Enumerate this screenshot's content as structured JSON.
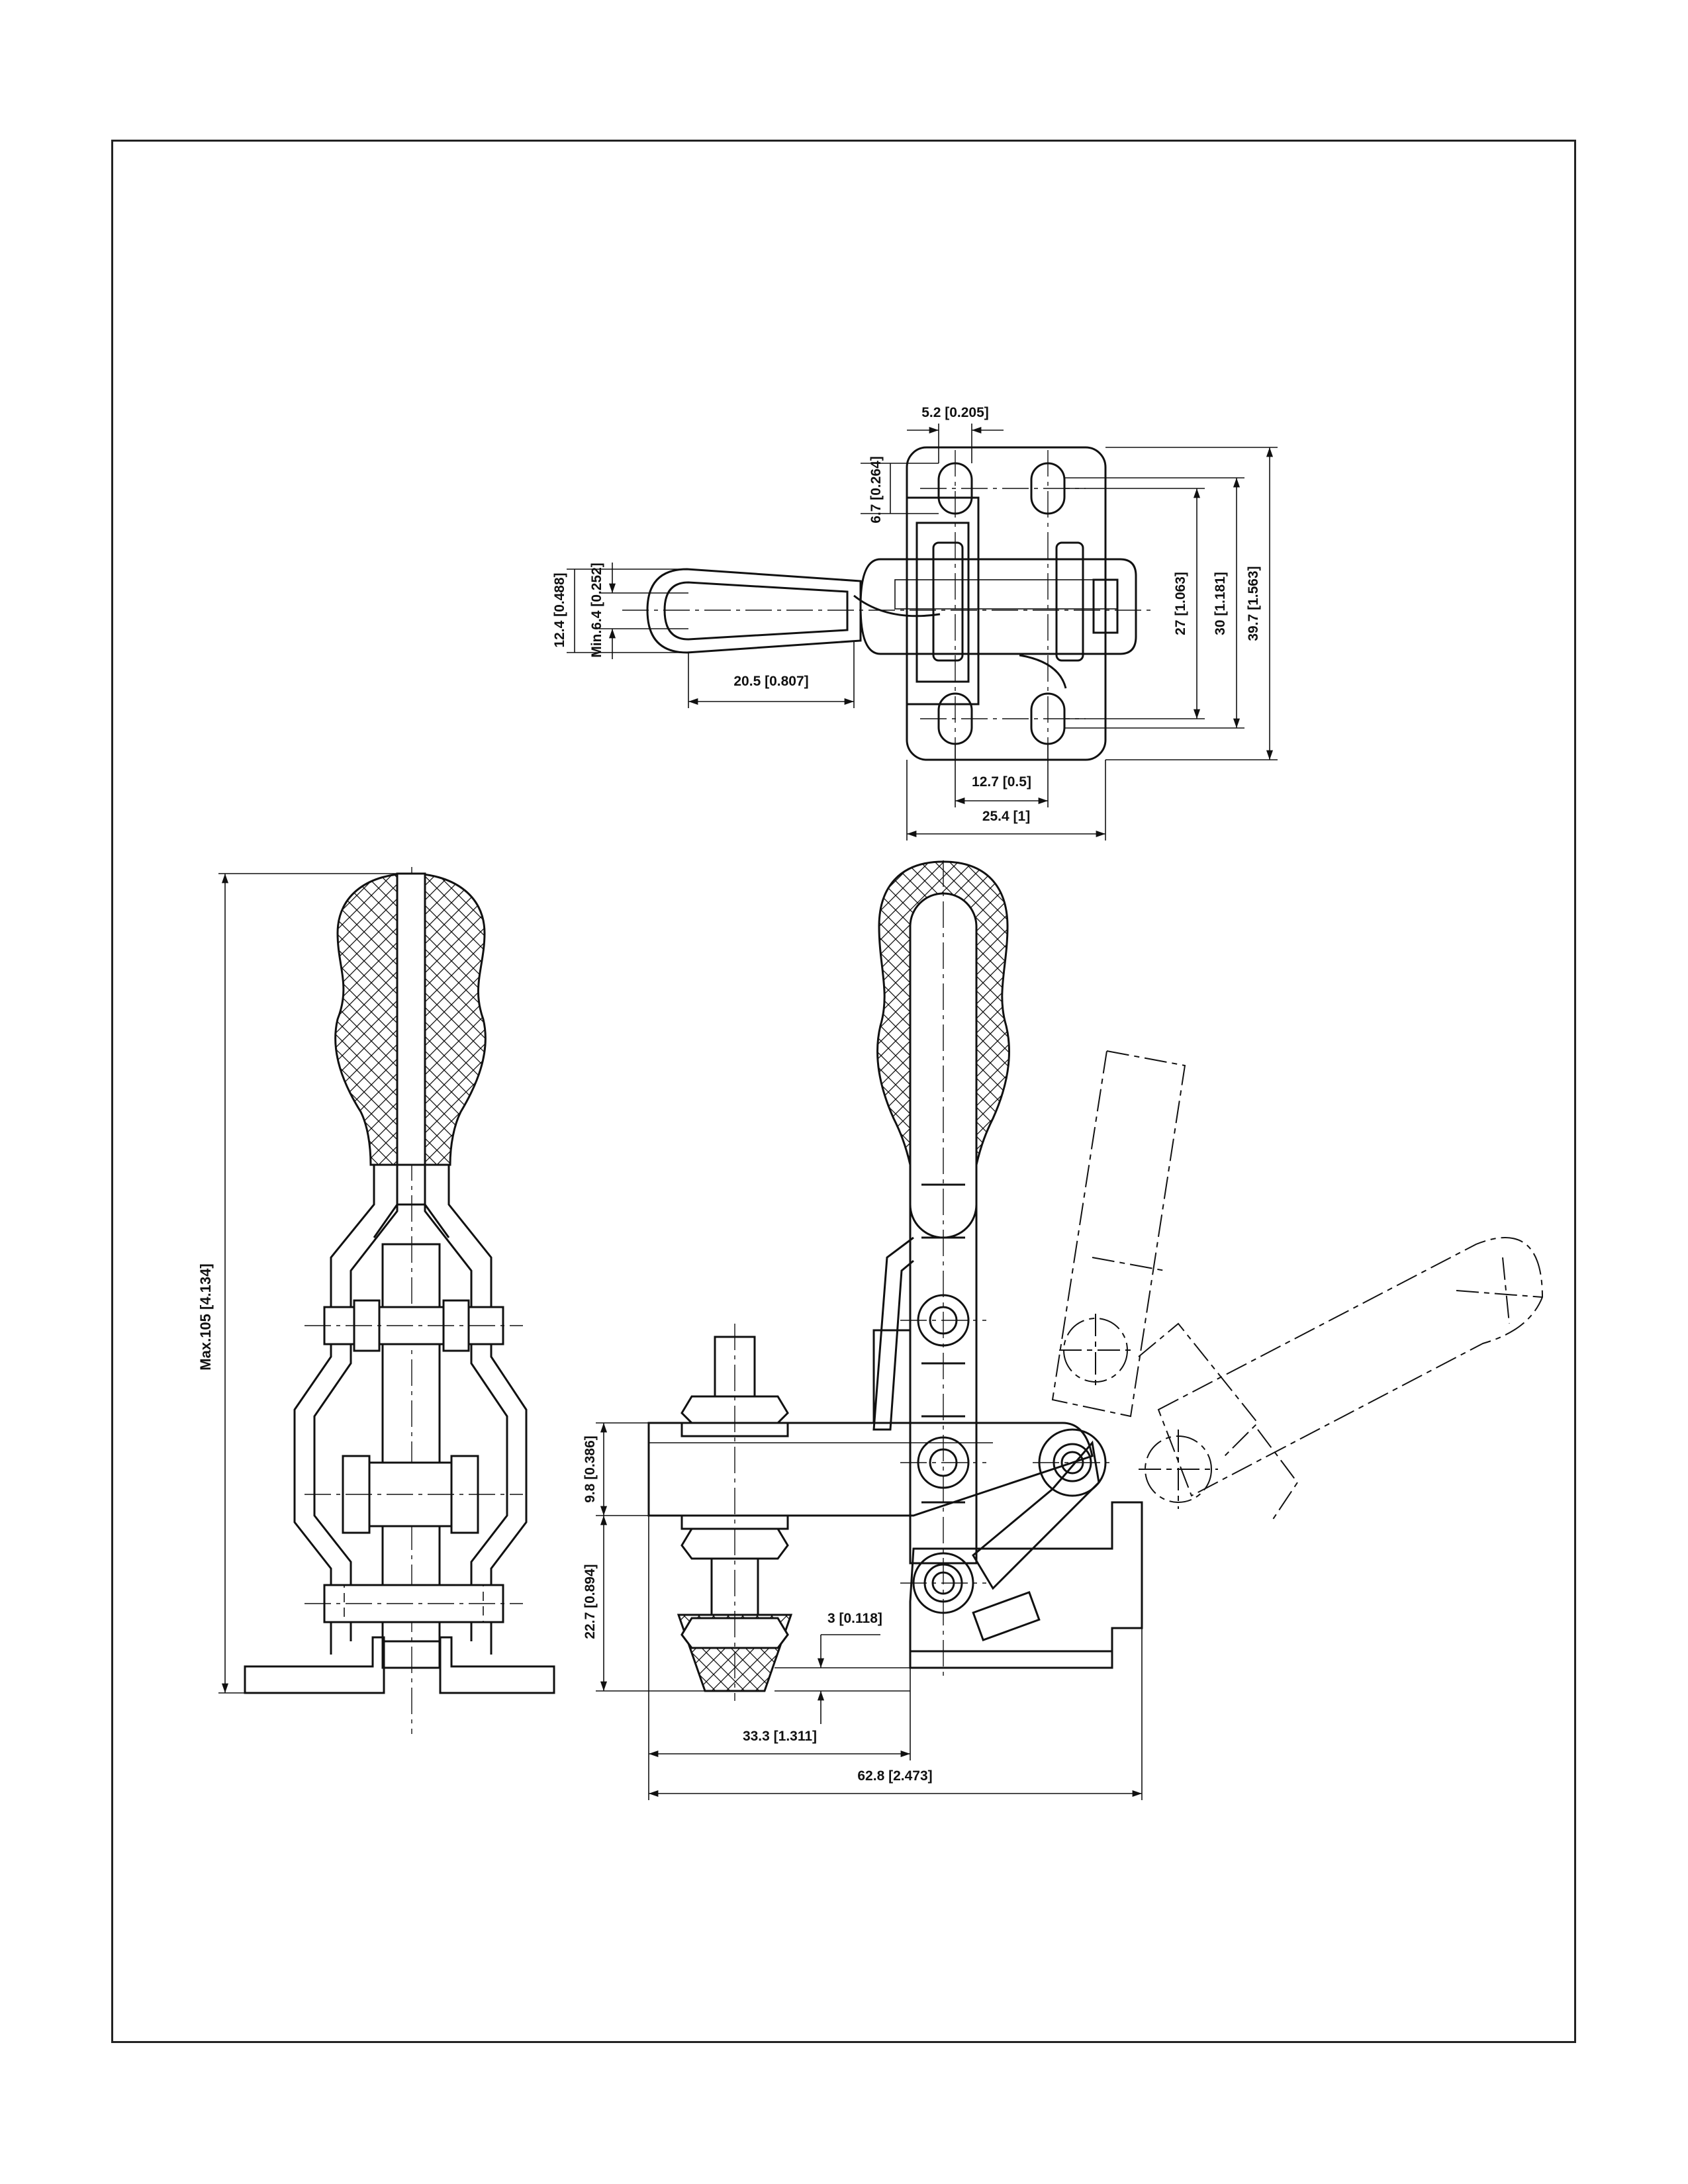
{
  "dimensions": {
    "top_hole_spacing": "5.2 [0.205]",
    "top_hole_offset": "6.7 [0.264]",
    "spindle_width": "12.4 [0.488]",
    "min_slot": "Min.6.4 [0.252]",
    "handle_reach": "20.5 [0.807]",
    "hole_center_h": "12.7 [0.5]",
    "base_width": "25.4 [1]",
    "hole_center_v": "27 [1.063]",
    "hole_pitch_v": "30 [1.181]",
    "base_length": "39.7 [1.563]",
    "max_height": "Max.105 [4.134]",
    "arm_thickness": "9.8 [0.386]",
    "spindle_height": "22.7 [0.894]",
    "base_offset": "3 [0.118]",
    "spindle_reach": "33.3 [1.311]",
    "overall_length": "62.8 [2.473]"
  },
  "colors": {
    "line": "#111111",
    "background": "#ffffff"
  }
}
